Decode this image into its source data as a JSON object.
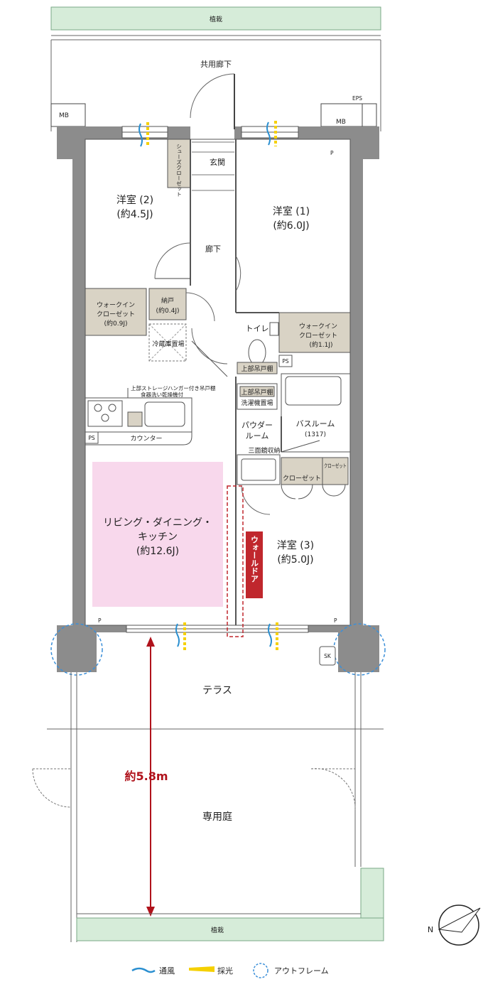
{
  "labels": {
    "planting_top": "植栽",
    "planting_bottom": "植栽",
    "corridor": "共用廊下",
    "eps": "EPS",
    "mb_left": "MB",
    "mb_right": "MB",
    "shoe_closet": "シューズクローゼット",
    "entrance": "玄関",
    "room2_name": "洋室 (2)",
    "room2_size": "(約4.5J)",
    "room1_name": "洋室 (1)",
    "room1_size": "(約6.0J)",
    "hallway": "廊下",
    "wic_left_1": "ウォークイン",
    "wic_left_2": "クローゼット",
    "wic_left_3": "(約0.9J)",
    "storage_1": "納戸",
    "storage_2": "(約0.4J)",
    "fridge": "冷蔵庫置場",
    "toilet": "トイレ",
    "wic_right_1": "ウォークイン",
    "wic_right_2": "クローゼット",
    "wic_right_3": "(約1.1J)",
    "upper_shelf": "上部吊戸棚",
    "upper_cabinet": "上部吊戸棚",
    "laundry": "洗濯機置場",
    "ps_right": "PS",
    "ps_left": "PS",
    "kitchen_note_1": "上部ストレージハンガー付き吊戸棚",
    "kitchen_note_2": "食器洗い乾燥機付",
    "counter": "カウンター",
    "powder_1": "パウダー",
    "powder_2": "ルーム",
    "bath_1": "バスルーム",
    "bath_2": "(1317)",
    "mirror": "三面鏡収納",
    "closet_small": "クローゼット",
    "closet_tall": "クローゼット",
    "ldk_1": "リビング・ダイニング・",
    "ldk_2": "キッチン",
    "ldk_3": "(約12.6J)",
    "wall_door": "ウォールドア",
    "room3_name": "洋室 (3)",
    "room3_size": "(約5.0J)",
    "p1": "P",
    "p2": "P",
    "p3": "P",
    "sk": "SK",
    "terrace": "テラス",
    "dimension": "約5.8m",
    "garden": "専用庭",
    "north": "N"
  },
  "legend": {
    "ventilation": "通風",
    "daylight": "採光",
    "outframe": "アウトフレーム"
  },
  "colors": {
    "planting": "#d6ecd9",
    "wall": "#8c8c8c",
    "storage": "#d9d3c5",
    "ldk": "#f8d8ec",
    "wall_door": "#c0272d",
    "dimension": "#b0121b",
    "vent": "#2a8fd0",
    "light": "#f5d000",
    "outframe": "#3b8fd8"
  }
}
